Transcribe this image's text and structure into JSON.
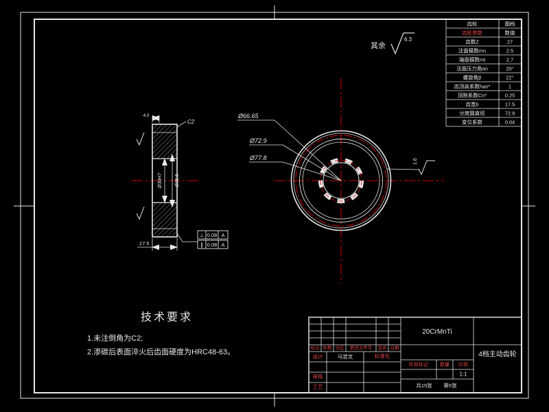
{
  "sheet": {
    "surface_note_label": "其余",
    "surface_note_value": "6.3"
  },
  "param_table": {
    "rows": [
      {
        "label": "齿轮",
        "value": "图档"
      },
      {
        "label": "齿轮参数",
        "value": "数值"
      },
      {
        "label": "齿数Z",
        "value": "27"
      },
      {
        "label": "法面模数mn",
        "value": "2.5"
      },
      {
        "label": "端面模数mt",
        "value": "2.7"
      },
      {
        "label": "法面压力角αn",
        "value": "20°"
      },
      {
        "label": "螺旋角β",
        "value": "22°"
      },
      {
        "label": "齿顶高系数han*",
        "value": "1"
      },
      {
        "label": "顶隙系数Cn*",
        "value": "0.25"
      },
      {
        "label": "齿宽b",
        "value": "17.5"
      },
      {
        "label": "分度圆直径",
        "value": "72.9"
      },
      {
        "label": "变位系数",
        "value": "0.04"
      }
    ]
  },
  "gear_view": {
    "dia_root": "Ø66.65",
    "dia_pitch": "Ø72.9",
    "dia_tip": "Ø77.8",
    "flank_roughness": "1.6"
  },
  "section_view": {
    "width_dim": "17.5",
    "top_dim": "4.5",
    "bore_dim": "Ø30H7",
    "spline_dim": "Ø35.5",
    "chamfer_label": "C2",
    "tol1_symbol": "⊥",
    "tol1_value": "0.08",
    "tol1_datum": "A",
    "tol2_symbol": "∥",
    "tol2_value": "0.08",
    "tol2_datum": "A"
  },
  "tech_requirements": {
    "title": "技术要求",
    "item1": "1.未注倒角为C2;",
    "item2": "2.渗碳后表面淬火后齿面硬度为HRC48-63。"
  },
  "title_block": {
    "material": "20CrMnTi",
    "part_name": "4档主动齿轮",
    "rev_mark": "标记",
    "rev_count": "处数",
    "rev_zone": "分区",
    "rev_doc": "更改文件号",
    "rev_sign": "签名",
    "rev_date": "日期",
    "design_label": "设计",
    "designer": "马翌文",
    "std_label": "标准化",
    "review_label": "审核",
    "process_label": "工艺",
    "stage_label": "阶段标记",
    "qty_label": "数量",
    "scale_label": "比例",
    "scale_value": "1:1",
    "sheet_total": "共15张",
    "sheet_no": "第5张"
  }
}
